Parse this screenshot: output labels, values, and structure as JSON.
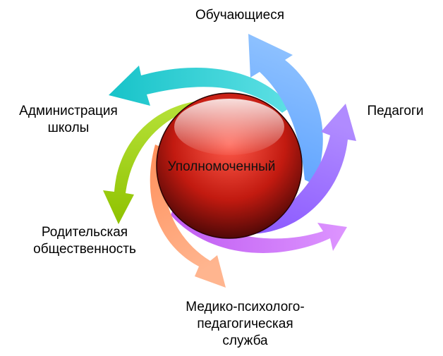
{
  "center": {
    "label": "Уполномоченный",
    "colors": {
      "top": "#ff5a4a",
      "mid": "#c21a10",
      "bottom": "#3a0505"
    }
  },
  "nodes": {
    "top": {
      "lines": [
        "Обучающиеся"
      ],
      "arrow_color": "#5aa0ff",
      "arrow_color_light": "#8fc2ff"
    },
    "right": {
      "lines": [
        "Педагоги"
      ],
      "arrow_color": "#8a58ff",
      "arrow_color_light": "#b08bff"
    },
    "bottom_right": {
      "arrow_color": "#c05cf2",
      "arrow_color_light": "#dd95ff"
    },
    "bottom": {
      "lines": [
        "Медико-психолого-",
        "педагогическая",
        "служба"
      ],
      "arrow_color": "#ff8f5a",
      "arrow_color_light": "#ffb58f"
    },
    "bottom_left": {
      "lines": [
        "Родительская",
        "общественность"
      ],
      "arrow_color": "#8fc200",
      "arrow_color_light": "#b7e23a"
    },
    "left": {
      "lines": [
        "Администрация",
        "школы"
      ],
      "arrow_color": "#17c3c9",
      "arrow_color_light": "#5ee0e4"
    }
  }
}
